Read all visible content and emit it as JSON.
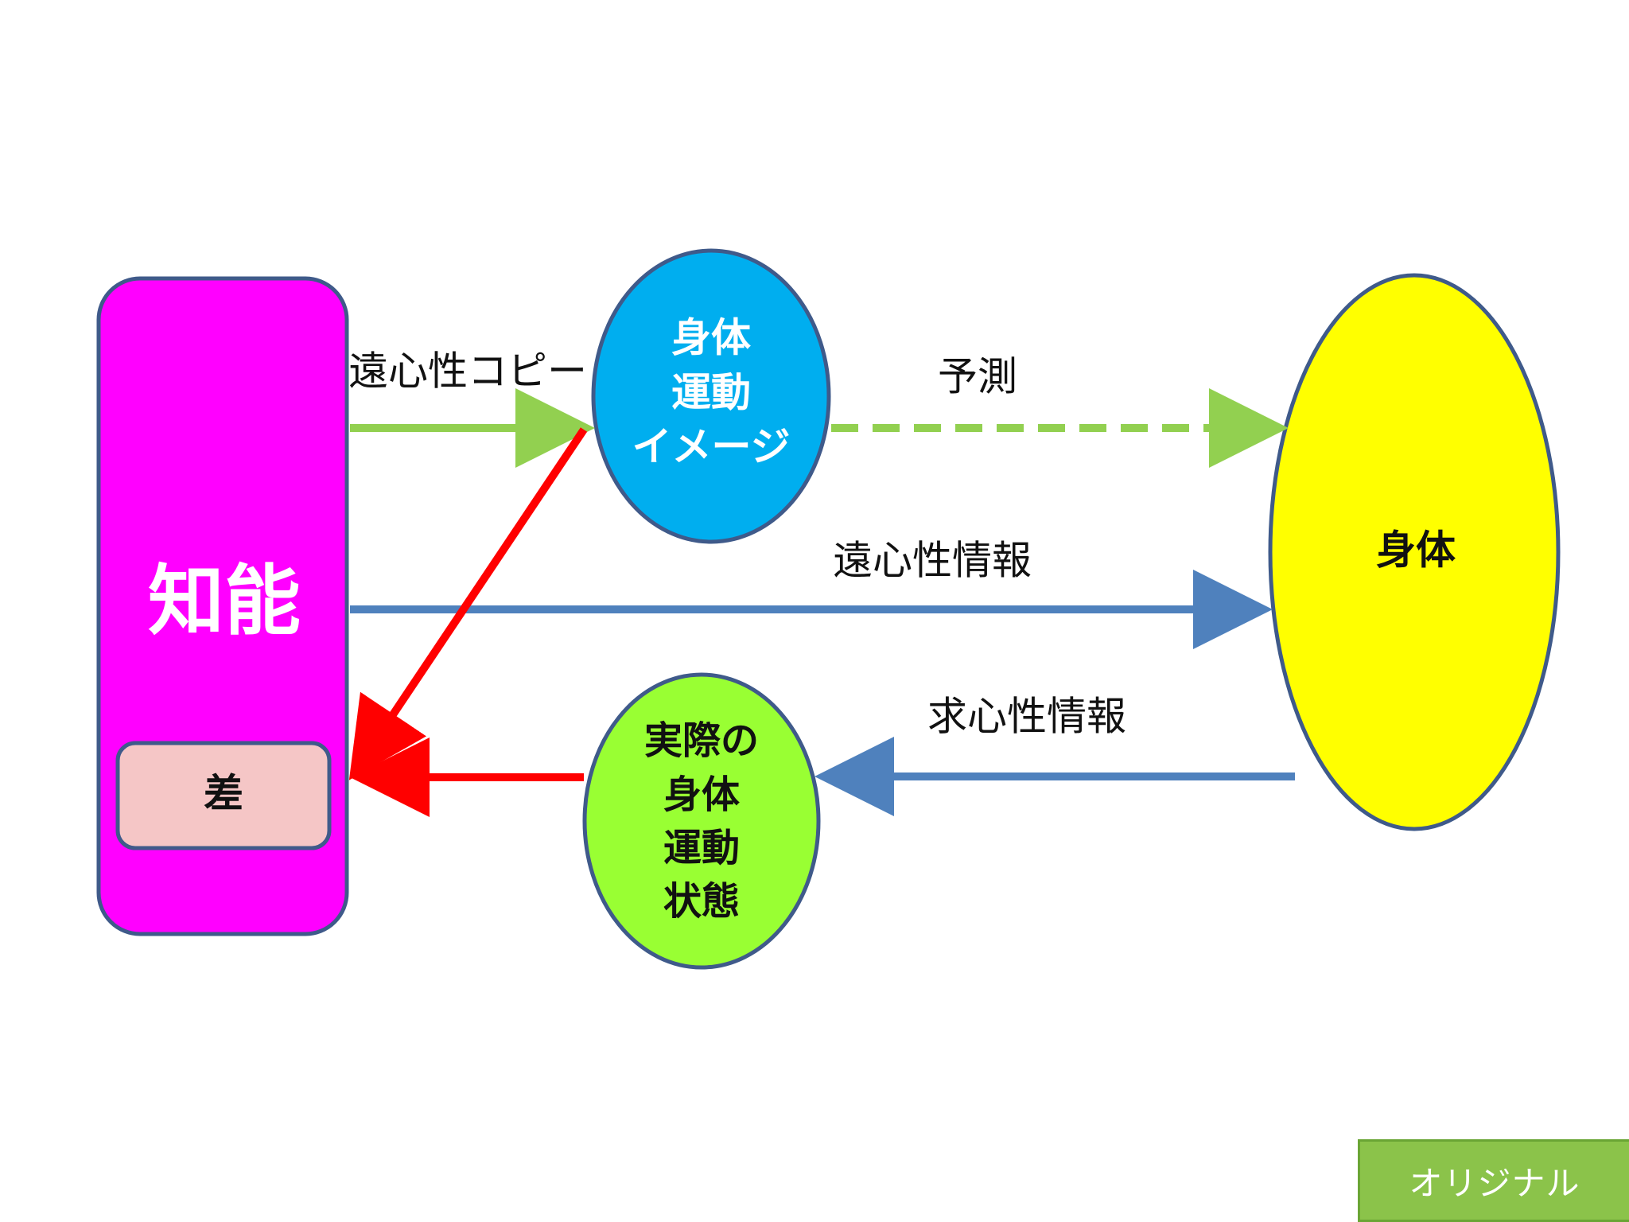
{
  "nodes": {
    "intelligence": {
      "label": "知能",
      "color": "#ff00ff"
    },
    "difference": {
      "label": "差",
      "color": "#f5c6c6"
    },
    "motor_image": {
      "lines": [
        "身体",
        "運動",
        "イメージ"
      ],
      "color": "#00aeef"
    },
    "body": {
      "label": "身体",
      "color": "#ffff00"
    },
    "actual_state": {
      "lines": [
        "実際の",
        "身体",
        "運動",
        "状態"
      ],
      "color": "#99ff33"
    }
  },
  "edges": {
    "efference_copy": {
      "label": "遠心性コピー",
      "color": "#92d050"
    },
    "prediction": {
      "label": "予測",
      "color": "#92d050"
    },
    "efferent_info": {
      "label": "遠心性情報",
      "color": "#4f81bd"
    },
    "afferent_info": {
      "label": "求心性情報",
      "color": "#4f81bd"
    },
    "comparison_arrows": {
      "color": "#ff0000"
    }
  },
  "tag": {
    "label": "オリジナル",
    "color": "#8bc34a"
  }
}
